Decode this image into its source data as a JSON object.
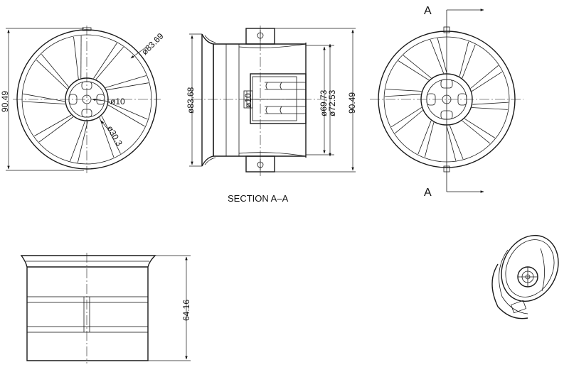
{
  "front_view": {
    "dim_diameter": "ø83.69",
    "dim_height": "90.49",
    "dim_hub_bore": "ø10",
    "dim_hub_outer": "ø30.3"
  },
  "section_view": {
    "dim_outer": "ø83.68",
    "dim_shaft": "ø10",
    "dim_inner_1": "ø69.73",
    "dim_inner_2": "ø72.53",
    "dim_height": "90.49",
    "caption": "SECTION A–A"
  },
  "rear_view": {
    "cut_label_top": "A",
    "cut_label_bottom": "A"
  },
  "side_view": {
    "dim_length": "64.16"
  }
}
